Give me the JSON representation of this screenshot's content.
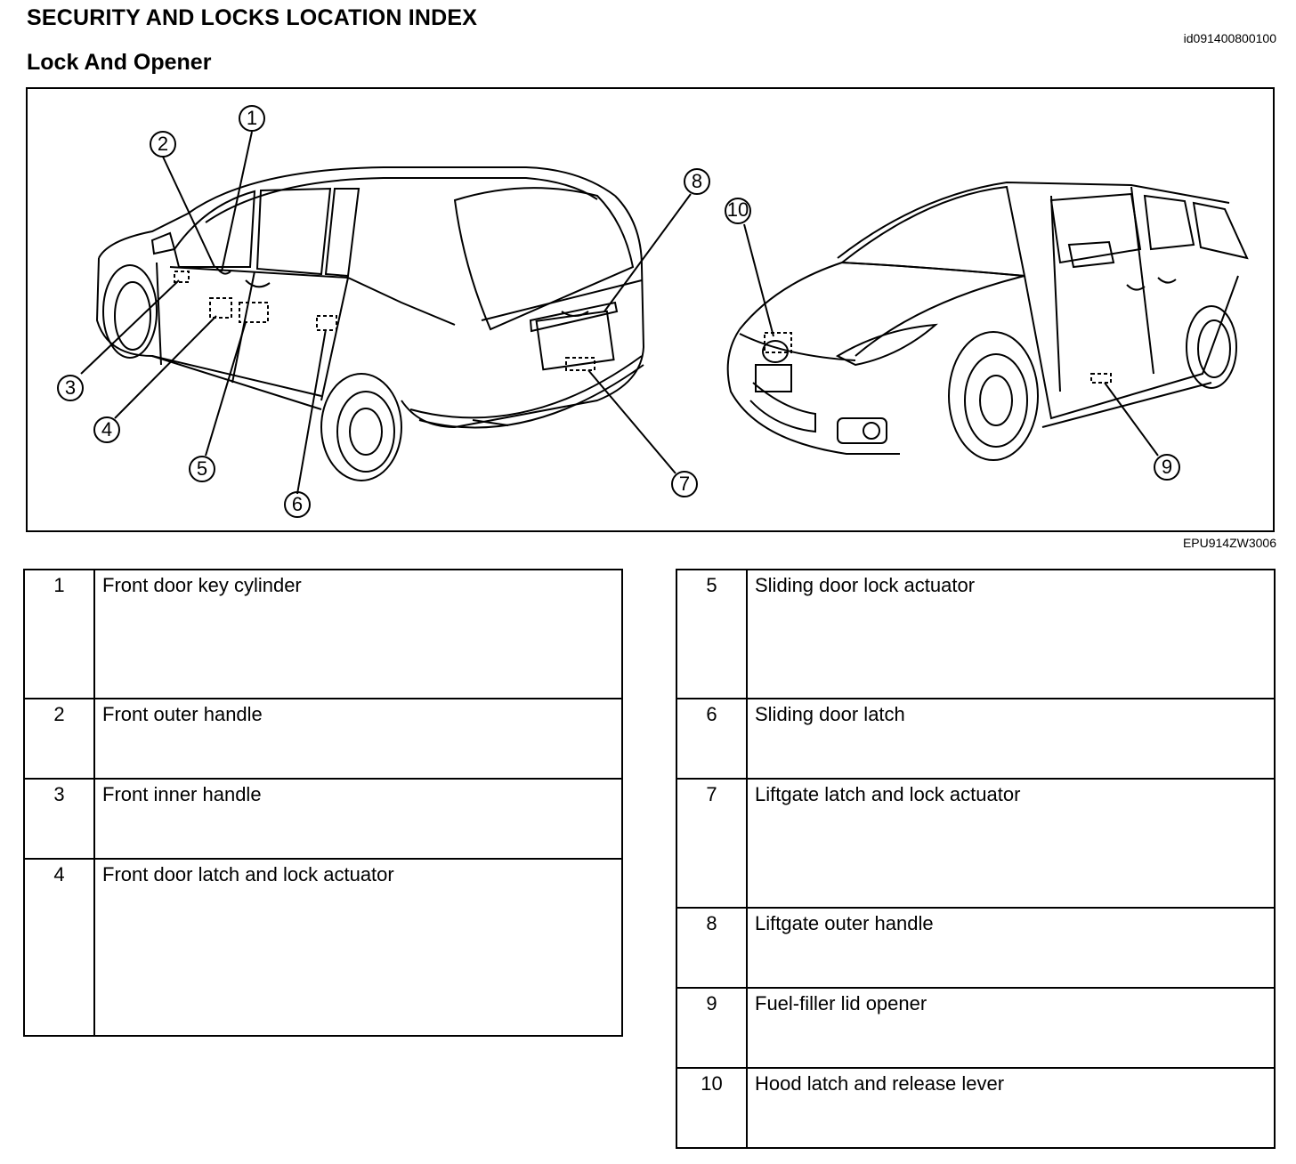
{
  "header": {
    "title": "SECURITY AND LOCKS LOCATION INDEX",
    "doc_id": "id091400800100",
    "subtitle": "Lock And Opener"
  },
  "figure": {
    "code": "EPU914ZW3006",
    "callouts": [
      "1",
      "2",
      "3",
      "4",
      "5",
      "6",
      "7",
      "8",
      "9",
      "10"
    ]
  },
  "tables": {
    "left": [
      {
        "num": "1",
        "label": "Front door key cylinder"
      },
      {
        "num": "2",
        "label": "Front outer handle"
      },
      {
        "num": "3",
        "label": "Front inner handle"
      },
      {
        "num": "4",
        "label": "Front door latch and lock actuator"
      }
    ],
    "right": [
      {
        "num": "5",
        "label": "Sliding door lock actuator"
      },
      {
        "num": "6",
        "label": "Sliding door latch"
      },
      {
        "num": "7",
        "label": "Liftgate latch and lock actuator"
      },
      {
        "num": "8",
        "label": "Liftgate outer handle"
      },
      {
        "num": "9",
        "label": "Fuel-filler lid opener"
      },
      {
        "num": "10",
        "label": "Hood latch and release lever"
      }
    ]
  }
}
